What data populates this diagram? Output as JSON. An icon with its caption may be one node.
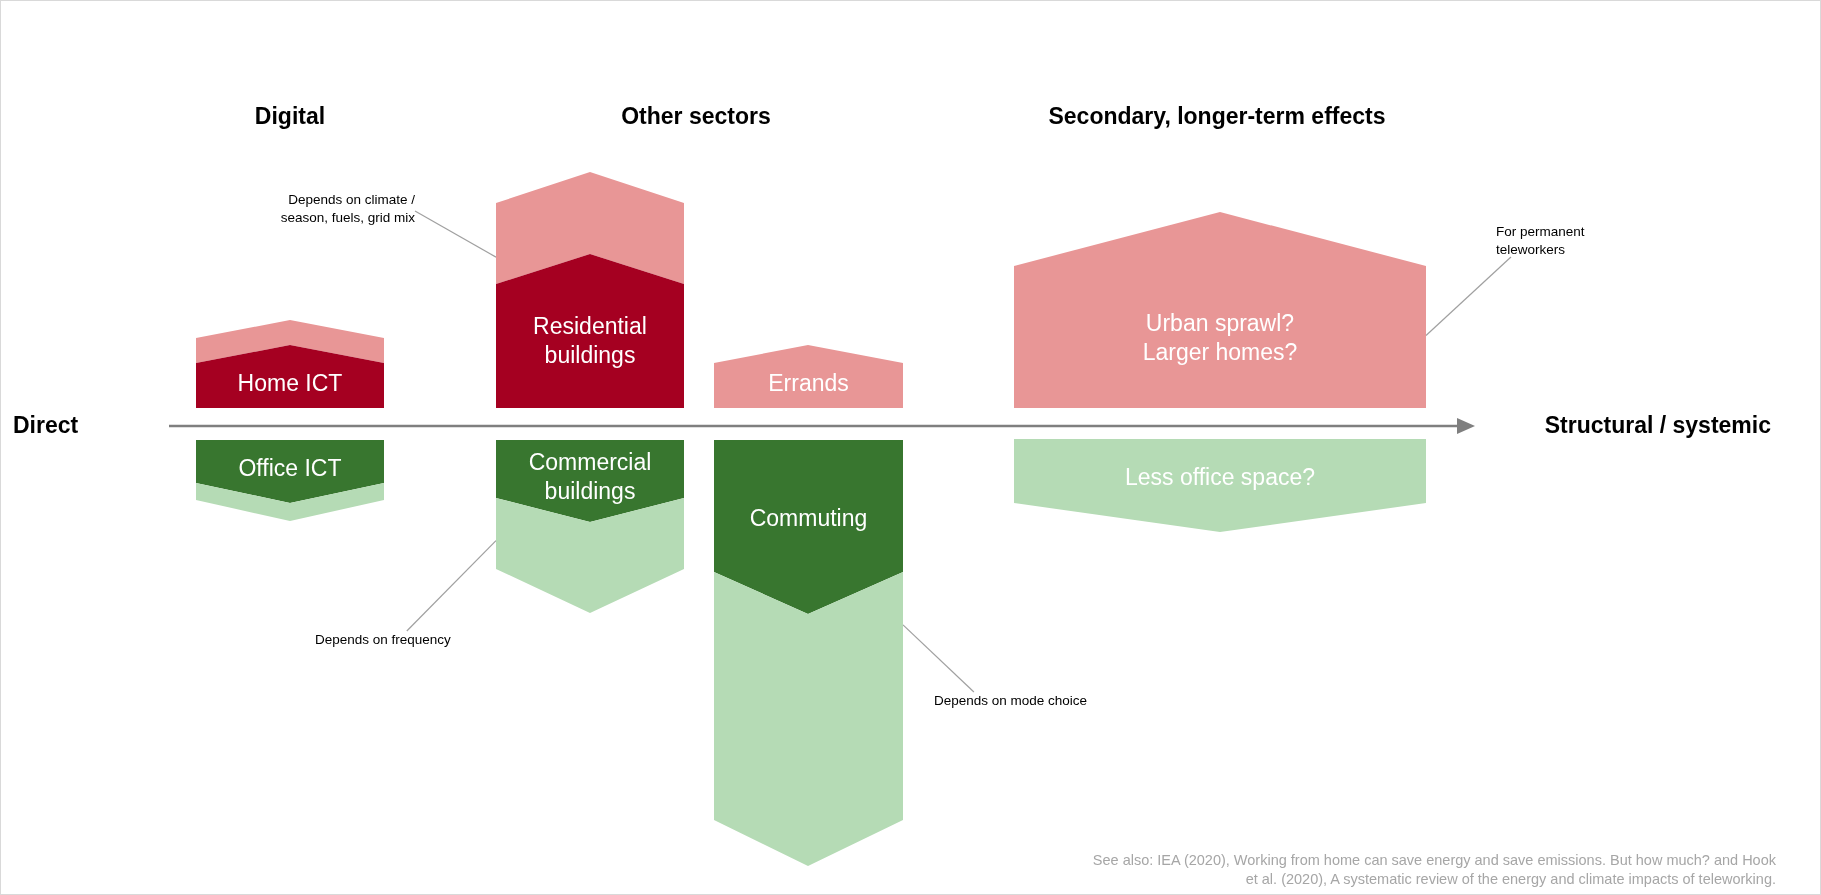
{
  "diagram": {
    "nodes": [
      {
        "text": [],
        "shape": "box"
      },
      {
        "text": [
          "Home ICT"
        ]
      },
      {
        "text": [
          "Depends on climate / season, fuels, grid mix"
        ]
      },
      {
        "text": [],
        "shape": "box"
      },
      {
        "text": [
          "Residential buildings"
        ]
      },
      {
        "text": [
          "Errands"
        ]
      },
      {
        "text": [
          "Urban sprawl? Larger homes?"
        ]
      },
      {
        "text": [
          "For permanent teleworkers"
        ]
      },
      {
        "text": [
          "Office ICT"
        ]
      },
      {
        "text": [],
        "shape": "box"
      },
      {
        "text": [
          "Commercial buildings"
        ]
      },
      {
        "text": [],
        "shape": "box"
      },
      {
        "text": [
          "Depends on frequency"
        ]
      },
      {
        "text": [
          "Commuting"
        ]
      },
      {
        "text": [],
        "shape": "box"
      },
      {
        "text": [
          "Depends on mode choice"
        ]
      },
      {
        "text": [
          "Less office space?"
        ]
      }
    ],
    "edges": [
      {
        "from": 2,
        "to": 3,
        "arrow": "none"
      },
      {
        "from": 7,
        "to": 6,
        "arrow": "none"
      },
      {
        "from": 12,
        "to": 11,
        "arrow": "none"
      },
      {
        "from": 15,
        "to": 14,
        "arrow": "none"
      }
    ],
    "labels": [
      "Digital",
      "Other sectors",
      "Secondary, longer-term effects",
      "Direct",
      "Structural / systemic",
      "See also: IEA (2020), Working from home can save energy and save emissions. But how much? and Hook et al. (2020), A systematic review of the energy and climate impacts of teleworking."
    ]
  }
}
